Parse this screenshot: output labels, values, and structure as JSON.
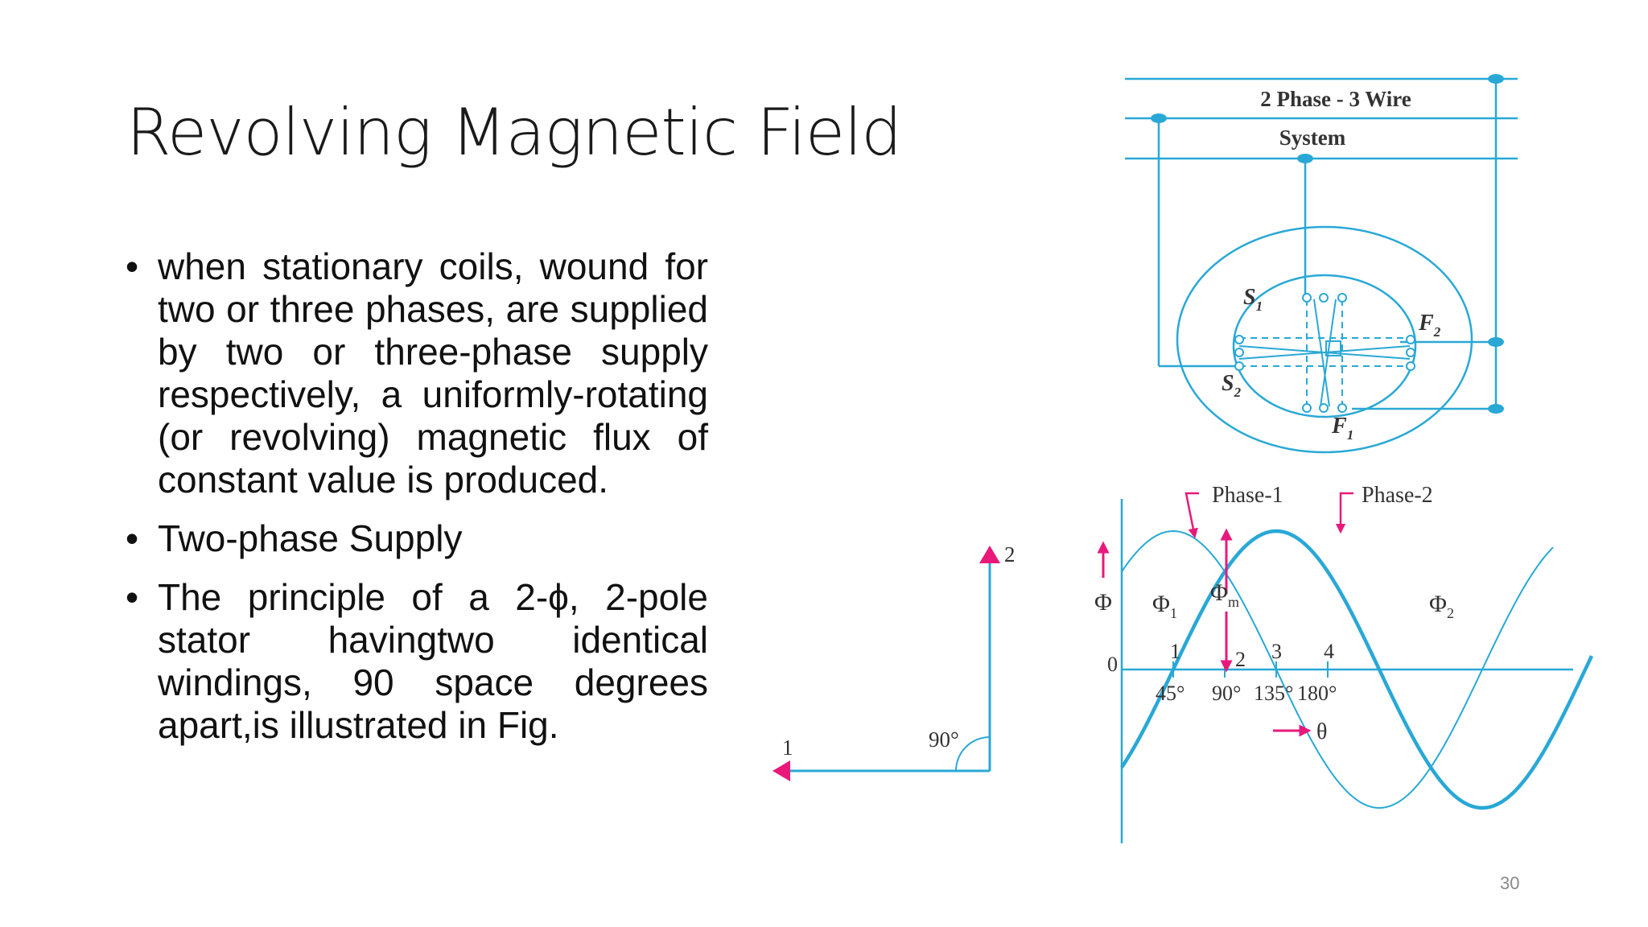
{
  "slide": {
    "title": "Revolving Magnetic Field",
    "bullets": [
      "when stationary coils, wound for two or three phases, are supplied by two or three-phase supply respectively, a uniformly-rotating (or revolving) magnetic flux of constant value is produced.",
      "Two-phase Supply",
      "The principle of a 2-ϕ, 2-pole stator havingtwo identical windings, 90 space degrees apart,is illustrated in Fig."
    ],
    "bullet_glyph": "•",
    "page_number": "30"
  },
  "figure": {
    "system_line1": "2 Phase - 3 Wire",
    "system_line2": "System",
    "coil_s1": "S",
    "coil_s1_sub": "1",
    "coil_s2": "S",
    "coil_s2_sub": "2",
    "coil_f1": "F",
    "coil_f1_sub": "1",
    "coil_f2": "F",
    "coil_f2_sub": "2",
    "axis_1": "1",
    "axis_2": "2",
    "angle_label": "90°",
    "phase1_label": "Phase-1",
    "phase2_label": "Phase-2",
    "flux_symbol": "Φ",
    "flux1": "Φ",
    "flux1_sub": "1",
    "flux2": "Φ",
    "flux2_sub": "2",
    "flux_max": "Φ",
    "flux_max_sub": "m",
    "origin": "0",
    "point_labels": [
      "1",
      "2",
      "3",
      "4"
    ],
    "angle_ticks": [
      "45°",
      "90°",
      "135°",
      "180°"
    ],
    "theta": "θ",
    "colors": {
      "line": "#29a8d6",
      "accent": "#e8197a",
      "text": "#333333"
    }
  }
}
